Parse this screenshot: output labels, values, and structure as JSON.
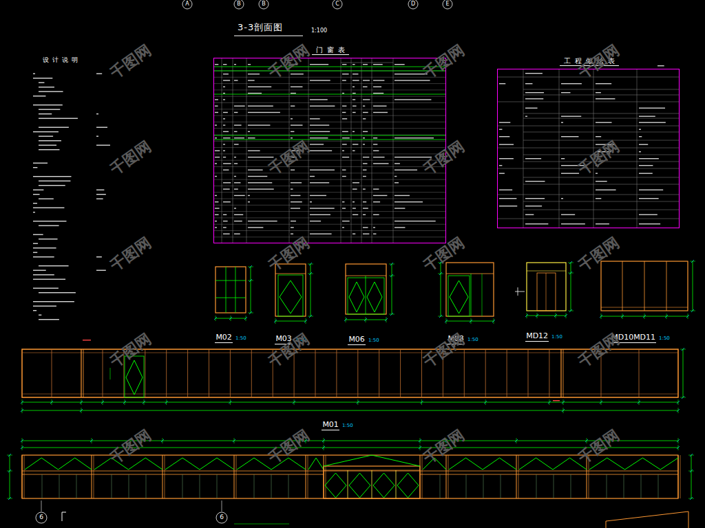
{
  "diagram": {
    "title": "3-3剖面图",
    "nodes": [
      {
        "text": [
          "门窗表"
        ]
      },
      {
        "text": [
          "工程做法表"
        ]
      },
      {
        "text": [
          "M02",
          "1:50"
        ]
      },
      {
        "text": [
          "M03",
          "1:50"
        ]
      },
      {
        "text": [
          "M06",
          "1:50"
        ]
      },
      {
        "text": [
          "M08",
          "1:50"
        ]
      },
      {
        "text": [
          "MD12",
          "1:50"
        ]
      },
      {
        "text": [
          "MD10MD11",
          "1:50"
        ]
      },
      {
        "text": [
          "M01",
          "1:50"
        ]
      }
    ],
    "labels": [
      "1:100",
      "A",
      "B",
      "B",
      "C",
      "D",
      "E",
      "设计说明",
      "6",
      "6",
      "千图网",
      "千图网",
      "千图网",
      "千图网",
      "千图网",
      "千图网",
      "千图网",
      "千图网",
      "千图网",
      "千图网",
      "千图网",
      "千图网",
      "千图网",
      "千图网",
      "千图网",
      "千图网",
      "千图网",
      "千图网",
      "千图网",
      "千图网"
    ]
  }
}
